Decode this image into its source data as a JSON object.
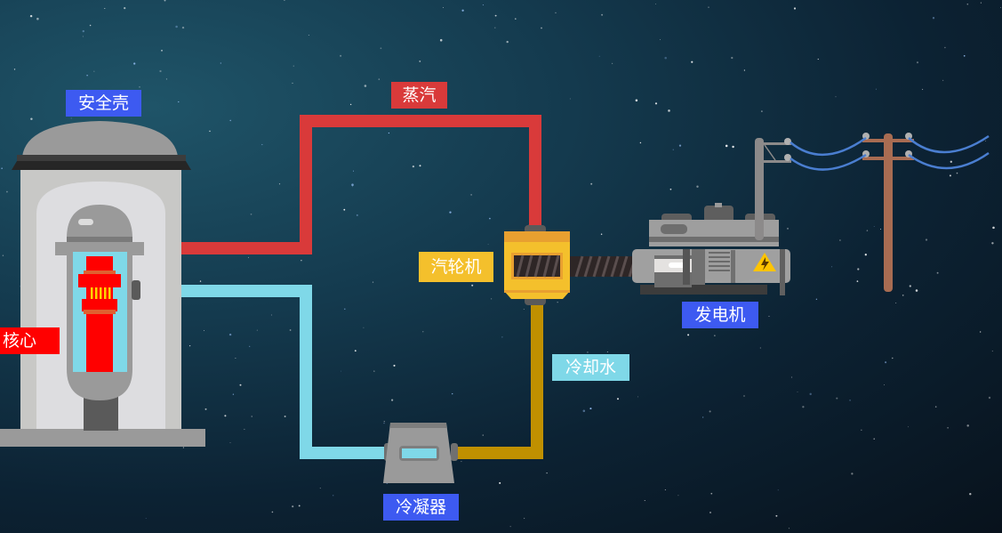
{
  "labels": {
    "containment": "安全壳",
    "core": "核心",
    "steam": "蒸汽",
    "turbine": "汽轮机",
    "generator": "发电机",
    "cooling_water": "冷却水",
    "condenser": "冷凝器"
  },
  "colors": {
    "steam_pipe": "#d93a3a",
    "cold_pipe": "#7fd8e8",
    "cooling_pipe": "#c09000",
    "label_blue": "#3d5af1",
    "turbine": "#f4c02c"
  }
}
